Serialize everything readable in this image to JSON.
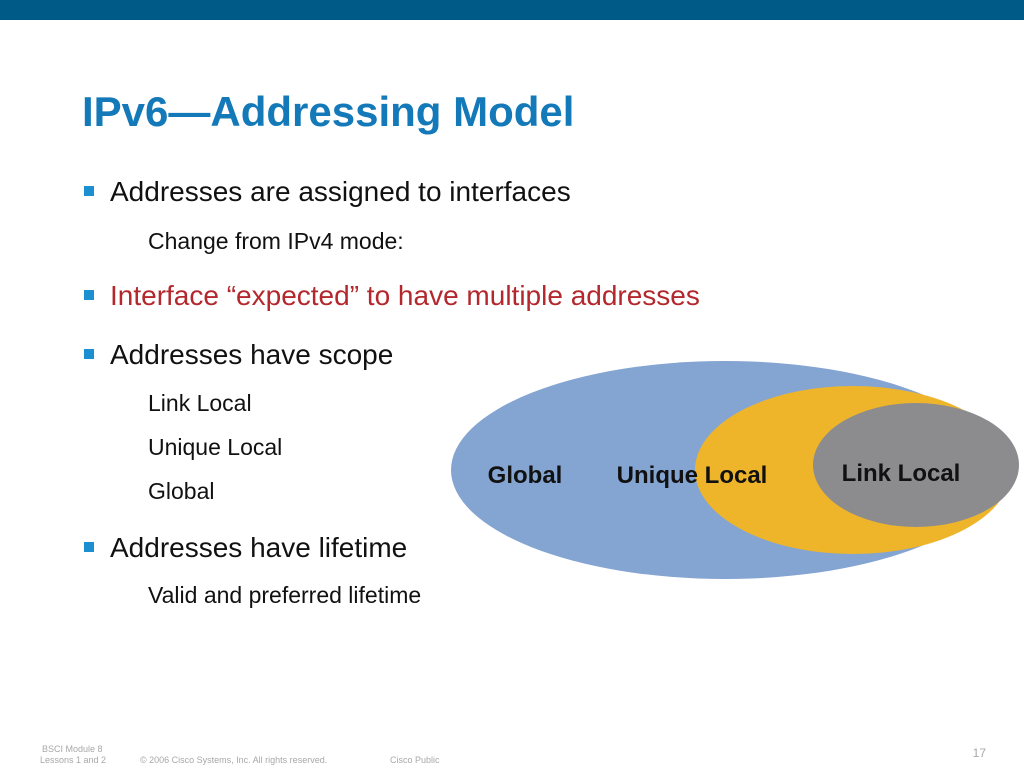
{
  "slide": {
    "title": "IPv6—Addressing Model",
    "bullets": [
      {
        "text": "Addresses are assigned to interfaces",
        "sub": [
          "Change from IPv4 mode:"
        ]
      },
      {
        "text": "Interface “expected” to have multiple addresses",
        "sub": []
      },
      {
        "text": "Addresses have scope",
        "sub": [
          "Link Local",
          "Unique Local",
          "Global"
        ]
      },
      {
        "text": "Addresses have lifetime",
        "sub": [
          "Valid and preferred lifetime"
        ]
      }
    ]
  },
  "diagram": {
    "global_label": "Global",
    "unique_local_label": "Unique Local",
    "link_local_label": "Link Local",
    "colors": {
      "global": "#84a4d2",
      "unique_local": "#efb52a",
      "link_local": "#8c8c8f"
    }
  },
  "footer": {
    "module_line1": "BSCI Module 8",
    "module_line2": "Lessons 1 and 2",
    "copyright": "© 2006 Cisco Systems, Inc. All rights reserved.",
    "classification": "Cisco Public",
    "page_number": "17"
  },
  "theme": {
    "header_bar": "#005a87",
    "title_color": "#1479b8",
    "bullet_color": "#1b8fcf",
    "highlight_text": "#b3282d"
  }
}
